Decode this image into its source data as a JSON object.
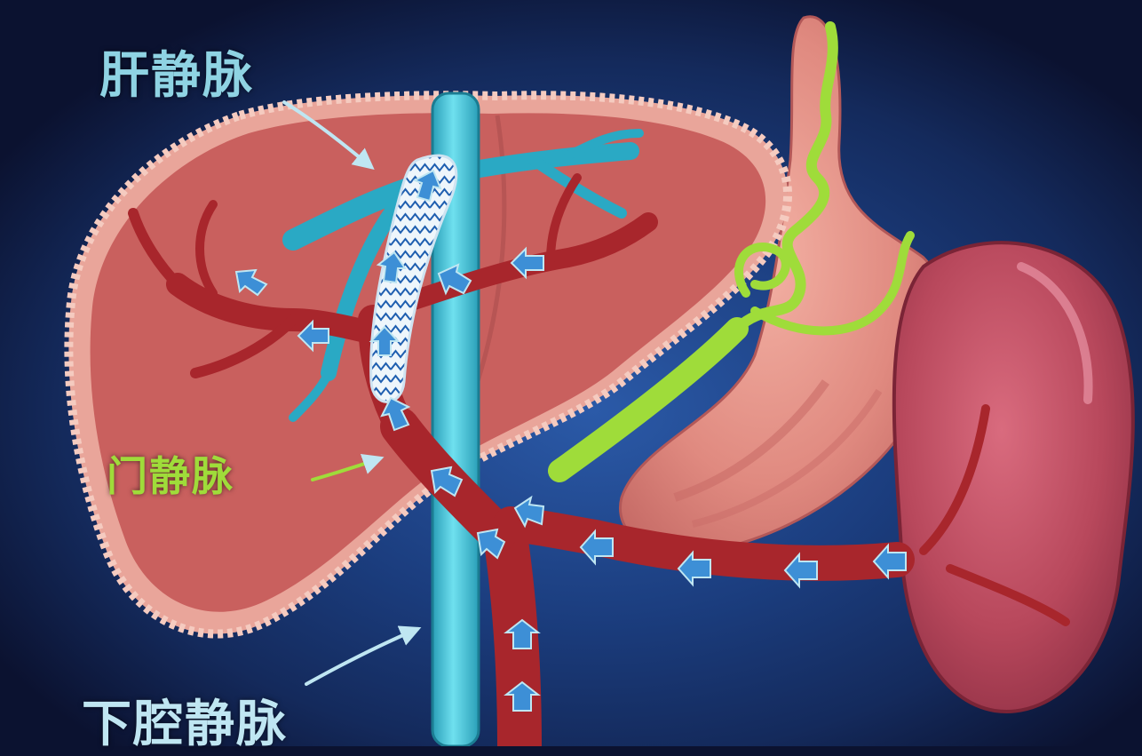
{
  "labels": {
    "hepatic_vein": "肝静脉",
    "portal_vein": "门静脉",
    "inferior_vena_cava": "下腔静脉"
  },
  "colors": {
    "background": "#0b1230",
    "liver": "#c9605e",
    "liver_edge": "#e9a59a",
    "hepatic_vein": "#2aa9c4",
    "ivc": "#47c4d8",
    "portal_vein": "#a8262c",
    "flow_arrow": "#3d8fd6",
    "collateral_vein": "#9fdc3a",
    "spleen": "#b8485c",
    "stomach": "#e08a80",
    "label_hepatic": "#8fd3e3",
    "label_portal": "#9fdc3a",
    "label_ivc": "#bfe6f2"
  },
  "icons": {
    "stent": "tips-stent-mesh-icon",
    "flow_arrow": "flow-direction-arrow-icon"
  }
}
